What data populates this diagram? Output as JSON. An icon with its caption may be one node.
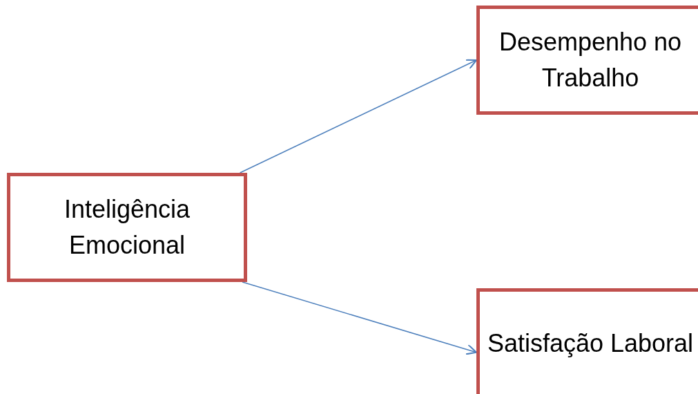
{
  "diagram": {
    "nodes": [
      {
        "text": [
          "Inteligência Emocional"
        ]
      },
      {
        "text": [
          "Desempenho no Trabalho"
        ]
      },
      {
        "text": [
          "Satisfação Laboral"
        ]
      }
    ],
    "edges": [
      {
        "from": 0,
        "to": 1,
        "arrow": "to"
      },
      {
        "from": 0,
        "to": 2,
        "arrow": "to"
      }
    ]
  }
}
